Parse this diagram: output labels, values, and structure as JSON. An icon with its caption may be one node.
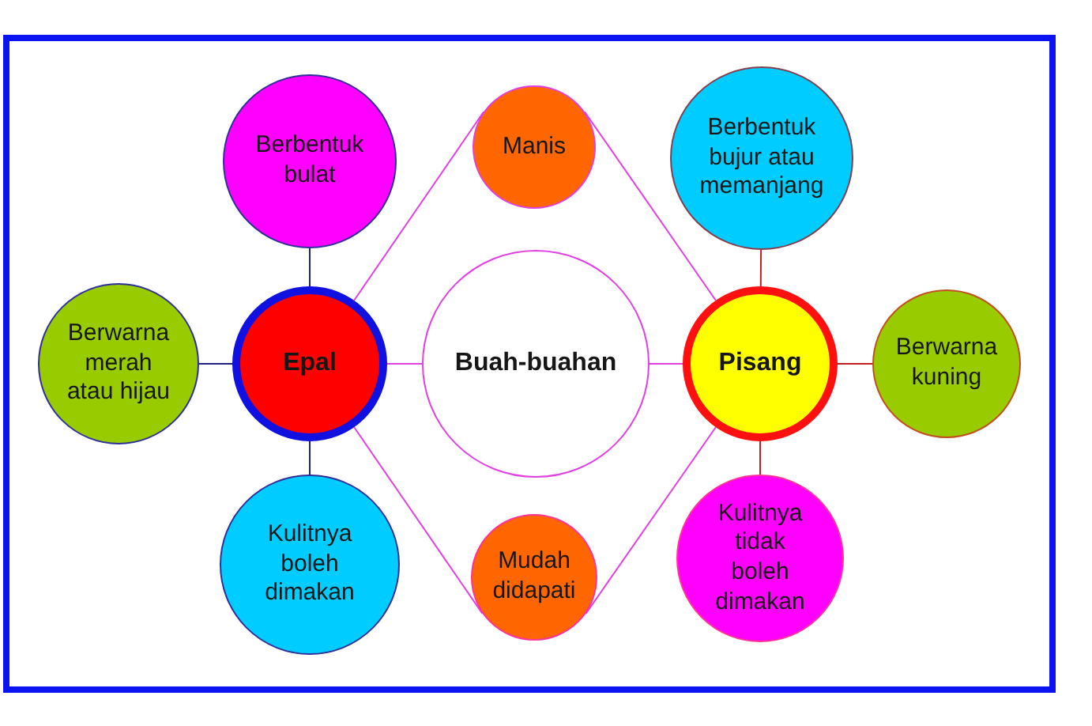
{
  "diagram": {
    "nodes": [
      {
        "text": [
          "Berbentuk bulat"
        ]
      },
      {
        "text": [
          "Manis"
        ]
      },
      {
        "text": [
          "Berbentuk bujur atau memanjang"
        ]
      },
      {
        "text": [
          "Berwarna merah atau hijau"
        ]
      },
      {
        "text": [
          "Epal"
        ]
      },
      {
        "text": [
          "Buah-buahan"
        ]
      },
      {
        "text": [
          "Pisang"
        ]
      },
      {
        "text": [
          "Berwarna kuning"
        ]
      },
      {
        "text": [
          "Kulitnya boleh dimakan"
        ]
      },
      {
        "text": [
          "Mudah didapati"
        ]
      },
      {
        "text": [
          "Kulitnya tidak boleh dimakan"
        ]
      }
    ],
    "edges": [
      {
        "from": 4,
        "to": 0,
        "arrow": "none",
        "color": "#202080"
      },
      {
        "from": 4,
        "to": 3,
        "arrow": "none",
        "color": "#202080"
      },
      {
        "from": 4,
        "to": 8,
        "arrow": "none",
        "color": "#202080"
      },
      {
        "from": 4,
        "to": 1,
        "arrow": "none"
      },
      {
        "from": 4,
        "to": 5,
        "arrow": "none"
      },
      {
        "from": 4,
        "to": 9,
        "arrow": "none"
      },
      {
        "from": 6,
        "to": 1,
        "arrow": "none"
      },
      {
        "from": 6,
        "to": 5,
        "arrow": "none"
      },
      {
        "from": 6,
        "to": 9,
        "arrow": "none"
      },
      {
        "from": 6,
        "to": 2,
        "arrow": "none",
        "color": "#c02020"
      },
      {
        "from": 6,
        "to": 7,
        "arrow": "none",
        "color": "#c02020"
      },
      {
        "from": 6,
        "to": 10,
        "arrow": "none",
        "color": "#c02020"
      }
    ]
  }
}
